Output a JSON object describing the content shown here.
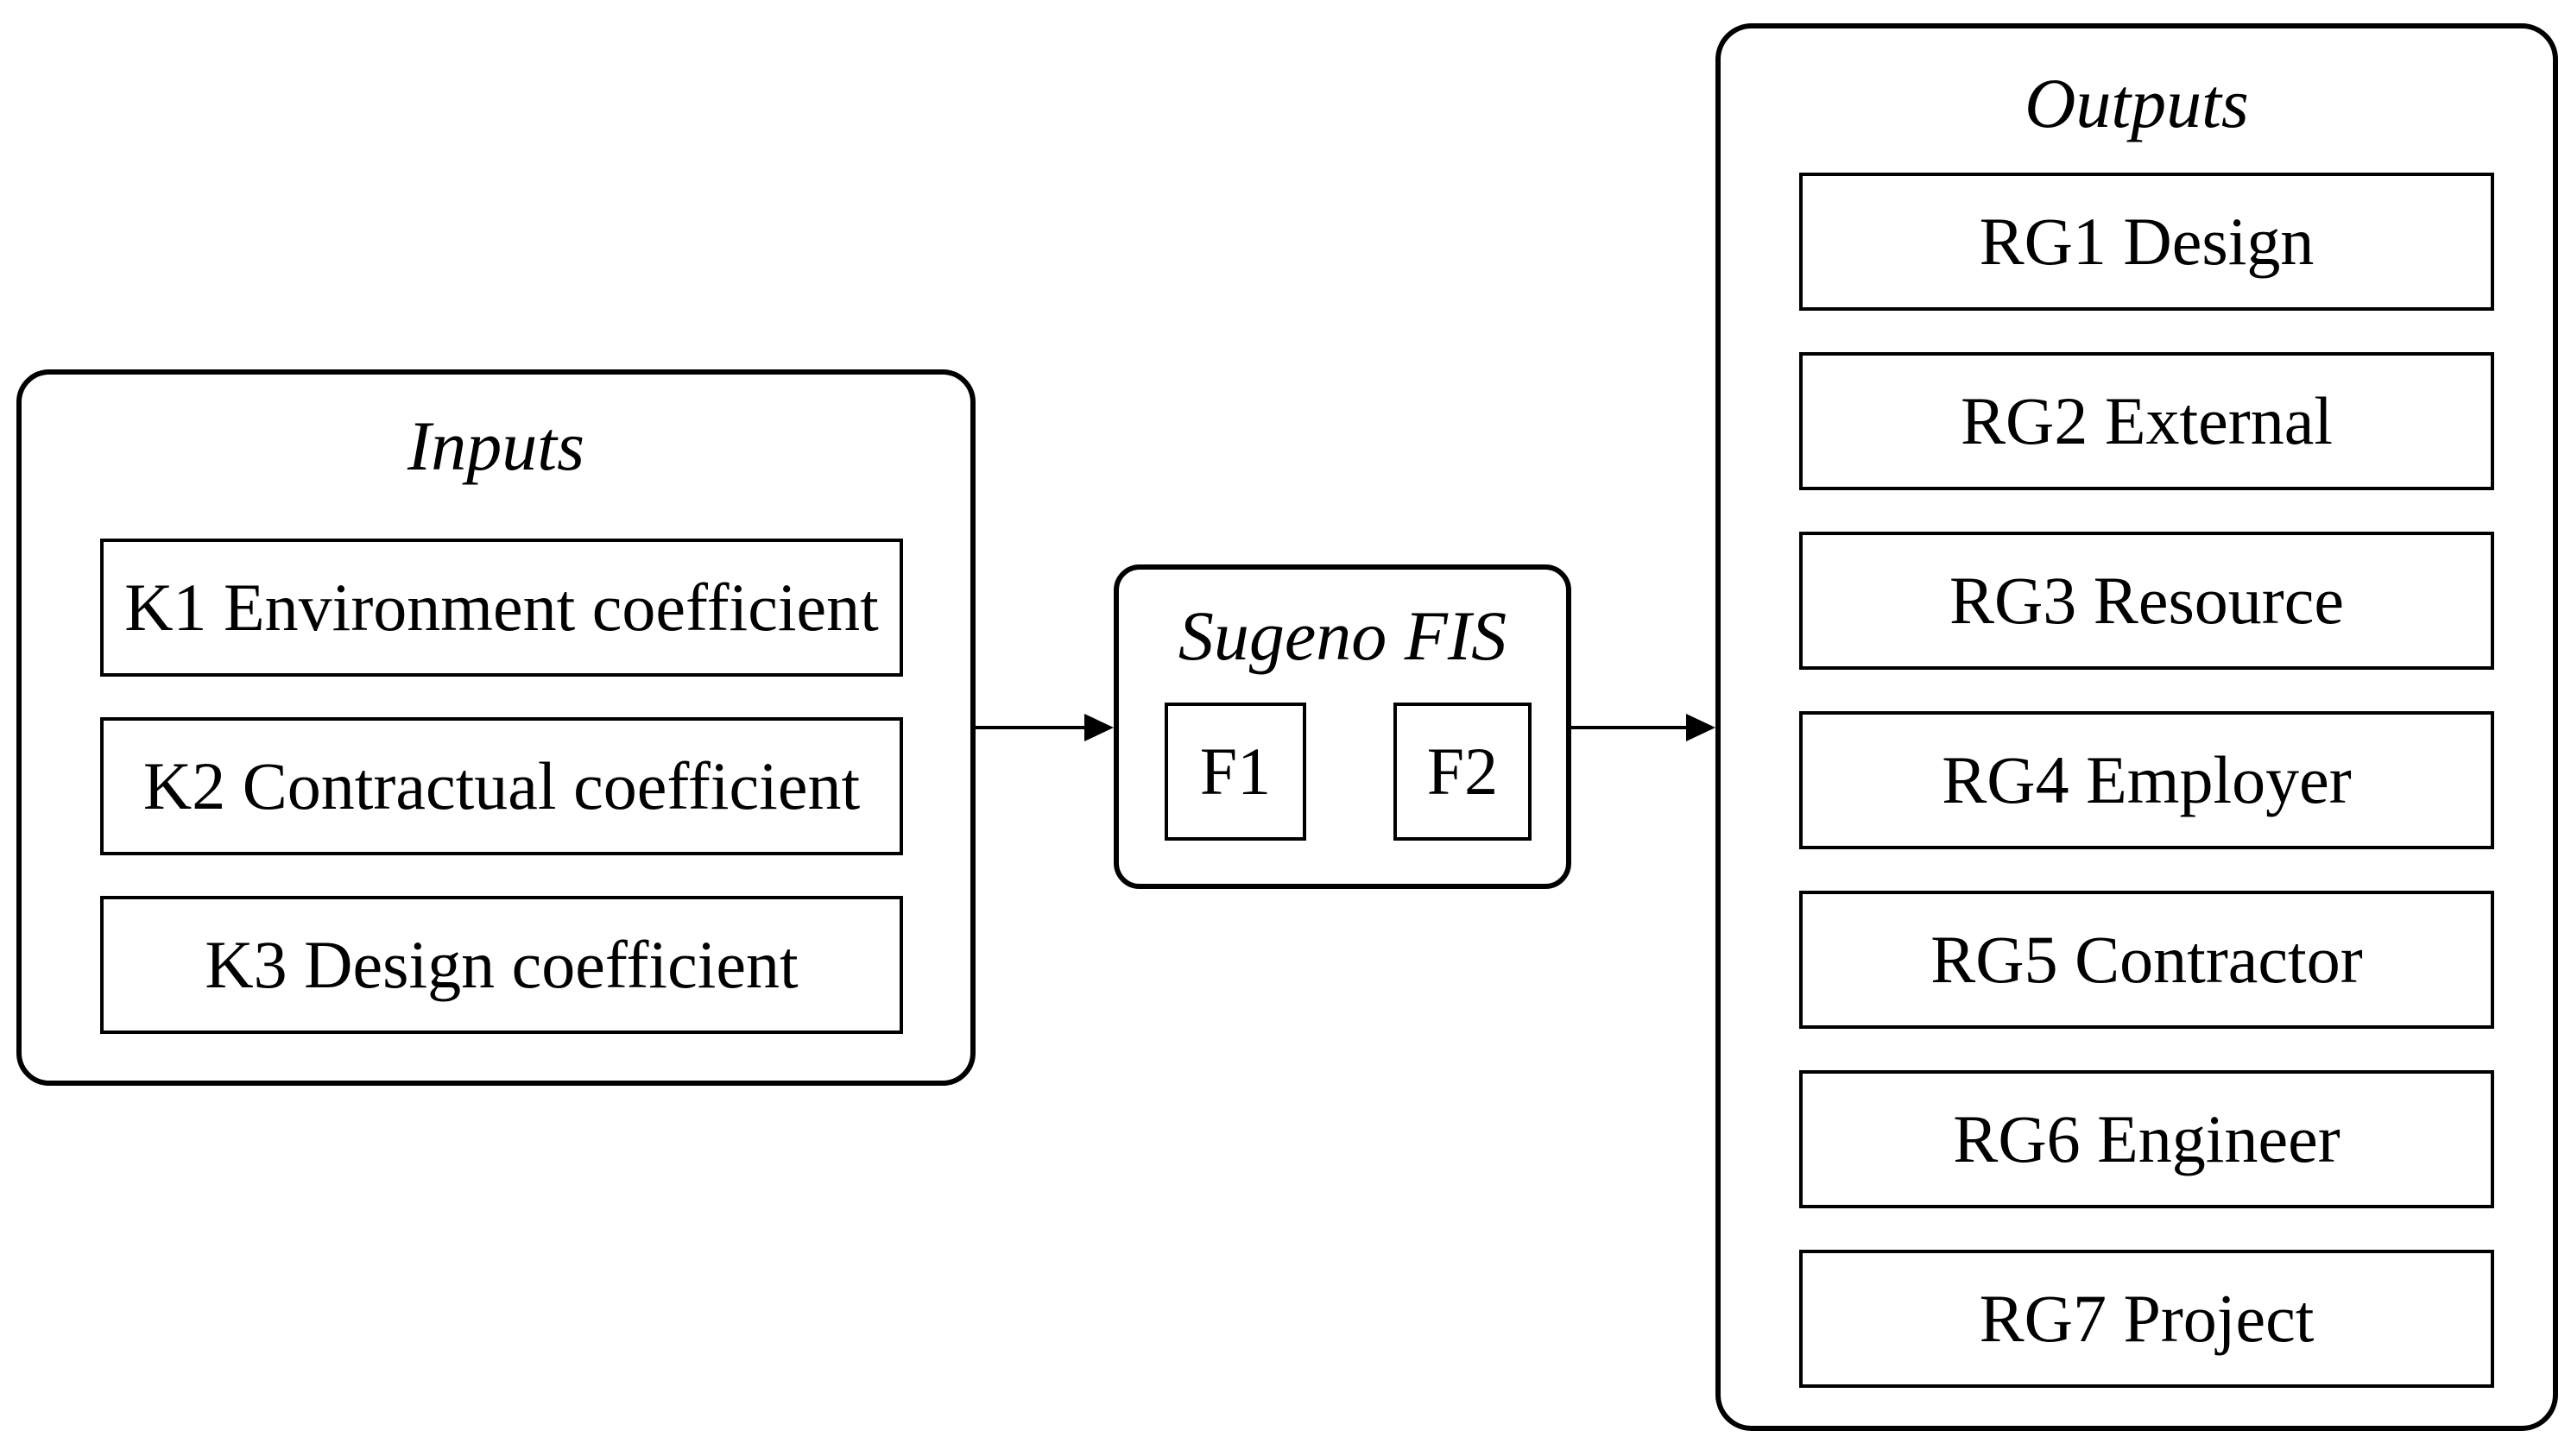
{
  "diagram": {
    "colors": {
      "line": "#000000",
      "background": "#ffffff"
    },
    "inputs": {
      "title": "Inputs",
      "items": [
        {
          "label": "K1 Environment coefficient"
        },
        {
          "label": "K2 Contractual coefficient"
        },
        {
          "label": "K3 Design coefficient"
        }
      ]
    },
    "process": {
      "title": "Sugeno FIS",
      "items": [
        {
          "label": "F1"
        },
        {
          "label": "F2"
        }
      ]
    },
    "outputs": {
      "title": "Outputs",
      "items": [
        {
          "label": "RG1 Design"
        },
        {
          "label": "RG2 External"
        },
        {
          "label": "RG3 Resource"
        },
        {
          "label": "RG4 Employer"
        },
        {
          "label": "RG5 Contractor"
        },
        {
          "label": "RG6 Engineer"
        },
        {
          "label": "RG7 Project"
        }
      ]
    }
  }
}
